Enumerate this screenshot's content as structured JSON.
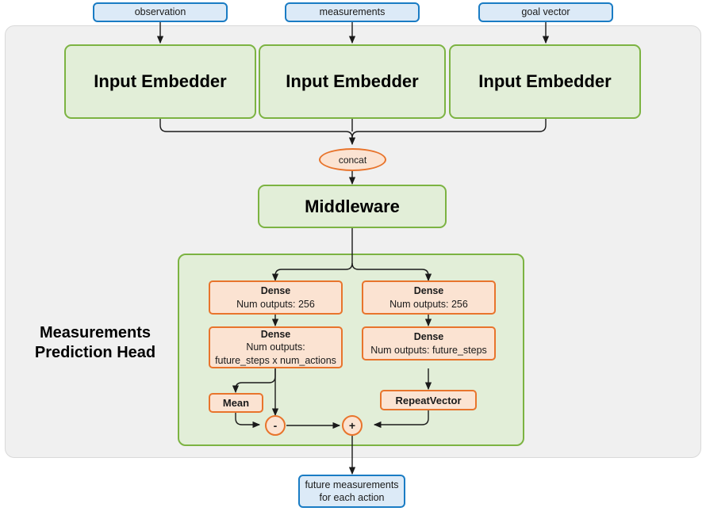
{
  "diagram": {
    "title": "Measurements Prediction Head",
    "colors": {
      "outer_panel_bg": "#f0f0f0",
      "green_border": "#7cb342",
      "green_fill": "#e2eed8",
      "orange_border": "#e8742c",
      "orange_fill": "#fbe3d2",
      "blue_border": "#1a7cc4",
      "blue_fill": "#dceaf7",
      "edge": "#1a1a1a"
    }
  },
  "inputs": [
    {
      "label": "observation"
    },
    {
      "label": "measurements"
    },
    {
      "label": "goal vector"
    }
  ],
  "embedders": [
    {
      "label": "Input Embedder"
    },
    {
      "label": "Input Embedder"
    },
    {
      "label": "Input Embedder"
    }
  ],
  "concat": {
    "label": "concat"
  },
  "middleware": {
    "label": "Middleware"
  },
  "head": {
    "title": "Measurements Prediction Head",
    "title_line1": "Measurements",
    "title_line2": "Prediction Head",
    "left_branch": {
      "dense1": {
        "title": "Dense",
        "line1": "Num outputs: 256"
      },
      "dense2": {
        "title": "Dense",
        "line1": "Num outputs:",
        "line2": "future_steps x num_actions"
      },
      "mean": {
        "label": "Mean"
      },
      "operator": {
        "symbol": "-"
      }
    },
    "right_branch": {
      "dense1": {
        "title": "Dense",
        "line1": "Num outputs: 256"
      },
      "dense2": {
        "title": "Dense",
        "line1": "Num outputs: future_steps"
      },
      "repeat_vector": {
        "label": "RepeatVector"
      }
    },
    "merge_operator": {
      "symbol": "+"
    }
  },
  "output": {
    "line1": "future measurements",
    "line2": "for each action"
  }
}
